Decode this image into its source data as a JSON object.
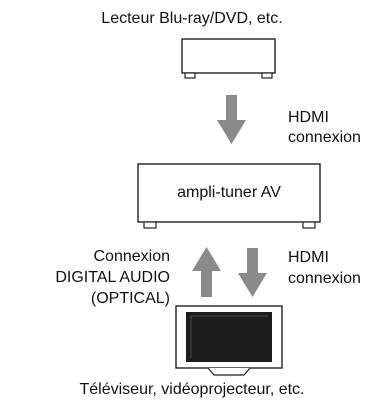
{
  "source": {
    "label": "Lecteur Blu-ray/DVD, etc."
  },
  "link_top": {
    "line1": "HDMI",
    "line2": "connexion"
  },
  "receiver": {
    "label": "ampli-tuner AV"
  },
  "link_bottom_hdmi": {
    "line1": "HDMI",
    "line2": "connexion"
  },
  "link_bottom_optical": {
    "line1": "Connexion",
    "line2": "DIGITAL AUDIO",
    "line3": "(OPTICAL)"
  },
  "tv": {
    "label": "Téléviseur, vidéoprojecteur, etc."
  },
  "colors": {
    "arrow": "#8a8a8a",
    "outline": "#222222",
    "screen": "#1c1c1c"
  },
  "icons": [
    "bluray-player-icon",
    "av-receiver-icon",
    "tv-icon",
    "arrow-down-icon",
    "arrow-up-icon"
  ]
}
